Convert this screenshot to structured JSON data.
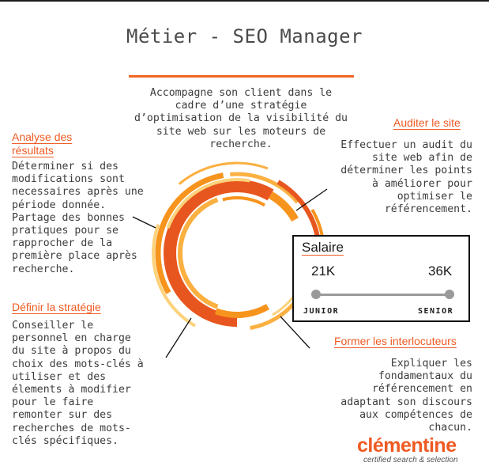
{
  "title": "Métier - SEO Manager",
  "intro": "Accompagne son client dans le cadre d’une stratégie d’optimisation de la visibilité du site web sur les moteurs de recherche.",
  "sections": {
    "analyse": {
      "heading": "Analyse des résultats",
      "body": "Déterminer si des modifications sont necessaires après une période donnée. Partage des bonnes pratiques pour se rapprocher de la première place après recherche."
    },
    "strategie": {
      "heading": "Définir la stratégie",
      "body": "Conseiller le personnel en charge du site à propos du choix des mots-clés à utiliser et des élements à modifier pour le faire remonter sur des recherches de mots-clés spécifiques."
    },
    "audit": {
      "heading": "Auditer le site",
      "body": "Effectuer un audit du site web afin de déterminer les points à améliorer pour optimiser le référencement."
    },
    "former": {
      "heading": "Former les interlocuteurs",
      "body": "Expliquer les fondamentaux du référencement en adaptant son discours aux compétences de chacun."
    }
  },
  "salary": {
    "title": "Salaire",
    "junior_value": "21K",
    "senior_value": "36K",
    "junior_label": "JUNIOR",
    "senior_label": "SENIOR"
  },
  "logo": {
    "name": "clémentine",
    "tagline": "certified search & selection"
  },
  "colors": {
    "accent": "#ef5a22",
    "ring_dark": "#e8561f",
    "ring_mid": "#f7941d",
    "ring_light": "#fbb040",
    "ring_pale": "#fcd27b",
    "text": "#3c3c3c"
  }
}
